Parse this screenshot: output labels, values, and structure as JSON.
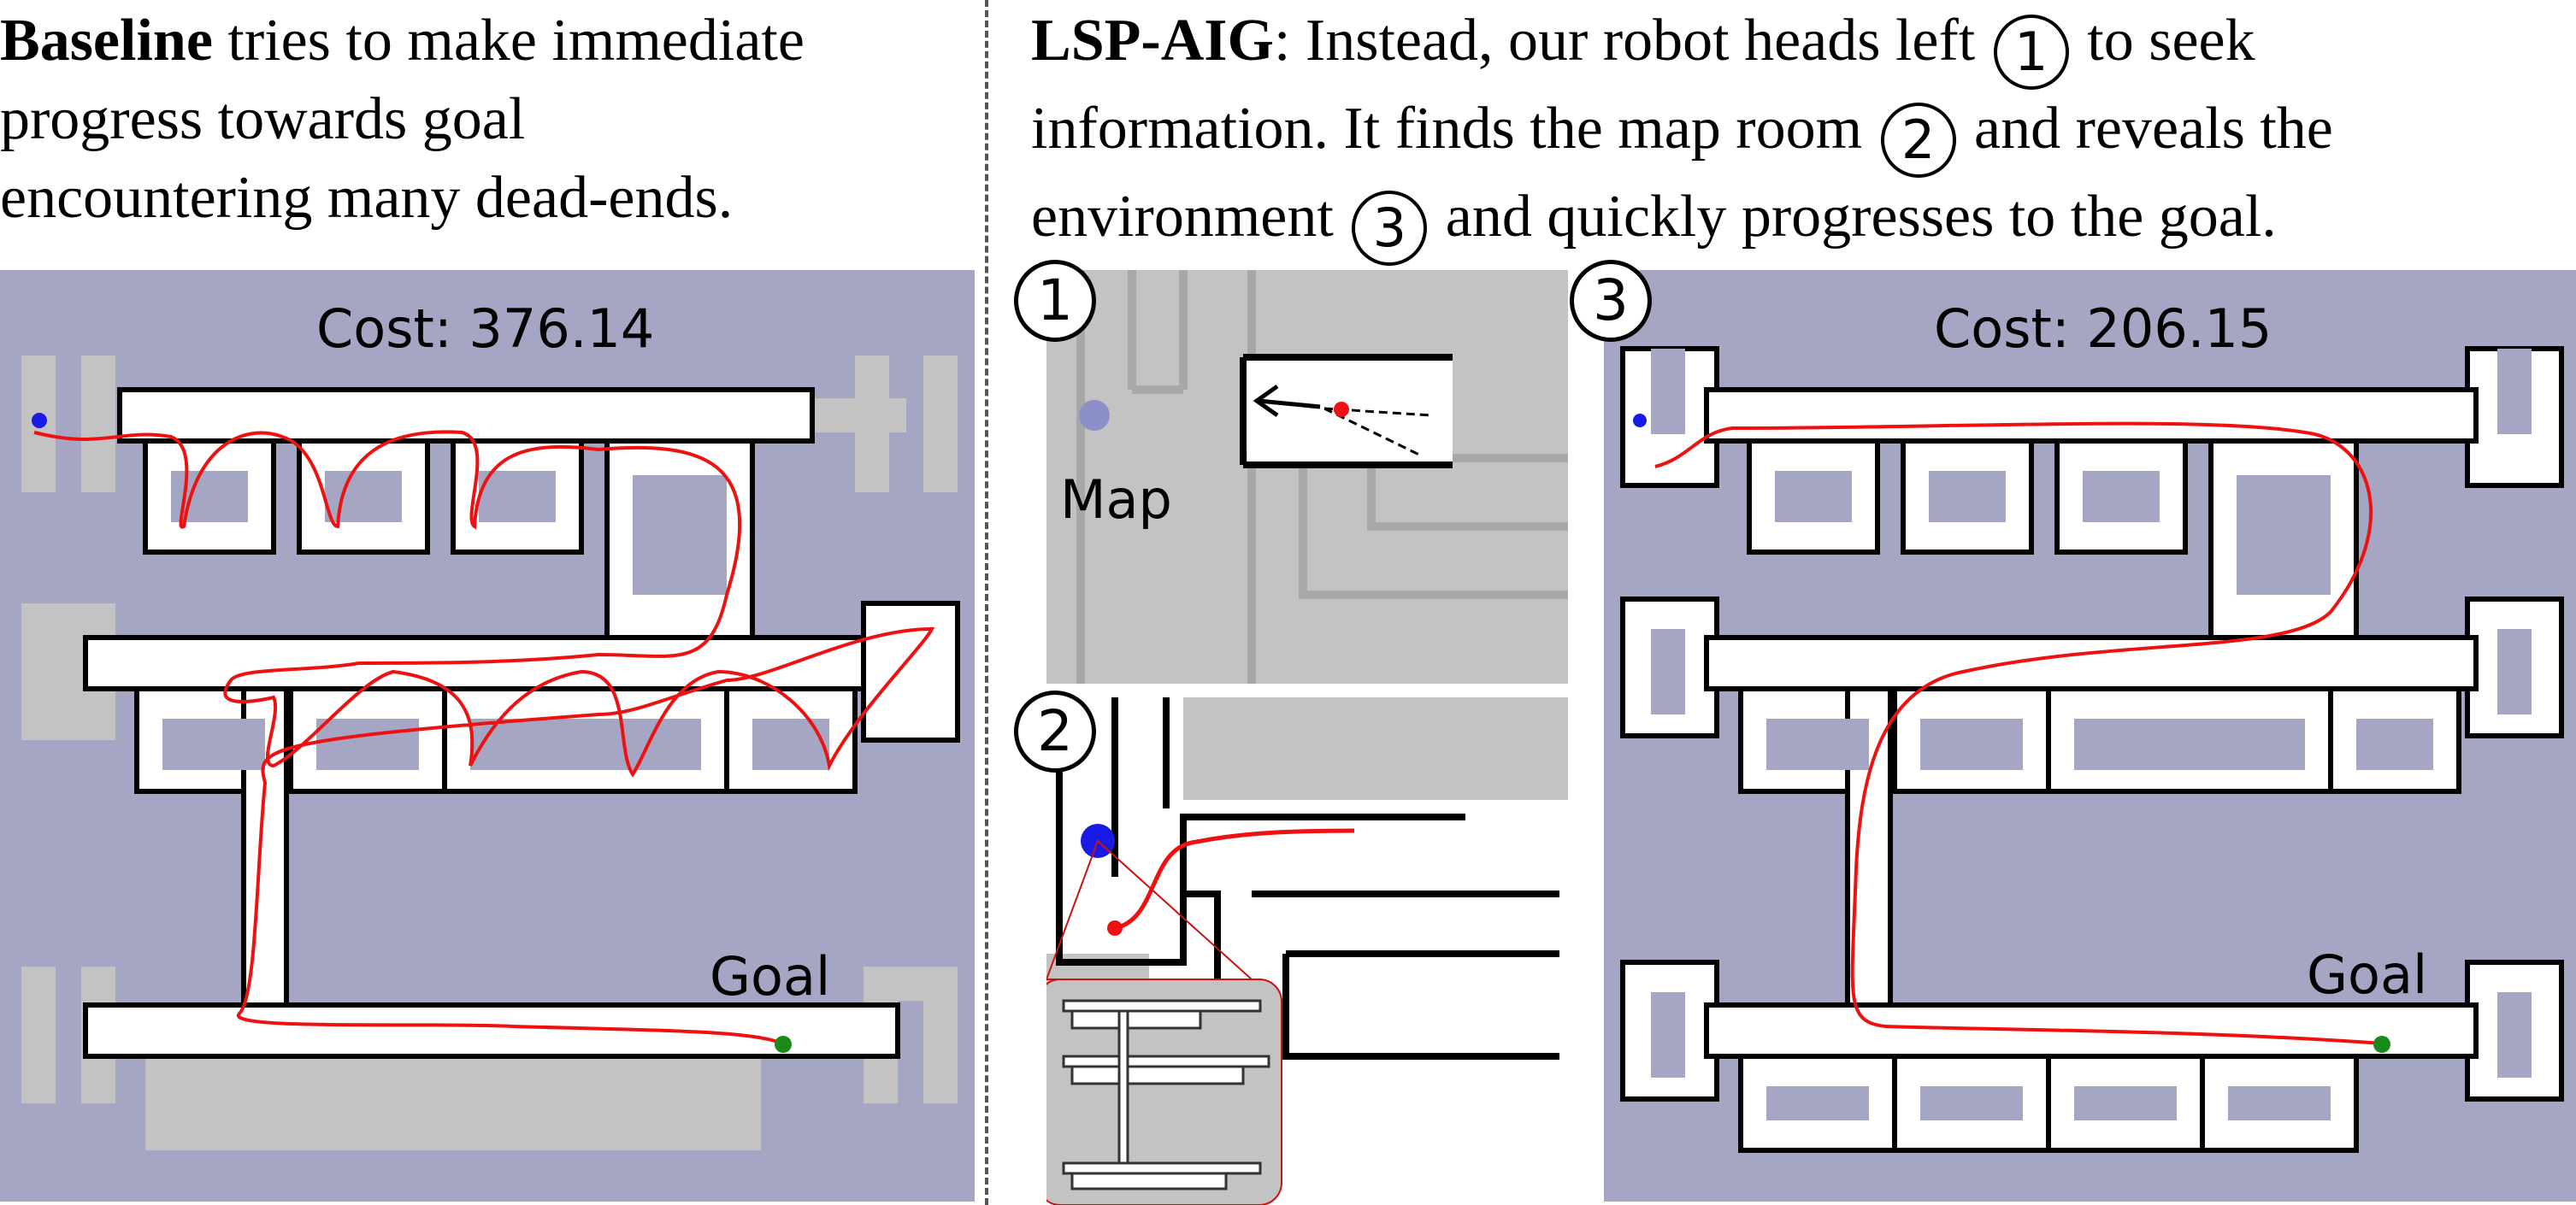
{
  "left_caption": {
    "bold": "Baseline",
    "line1_rest": " tries to make immediate",
    "line2": "progress towards goal",
    "line3": "encountering many dead-ends."
  },
  "right_caption": {
    "bold": "LSP-AIG",
    "line1_a": ": Instead, our robot heads left",
    "line1_b": "to seek",
    "line2_a": "information. It finds the map room",
    "line2_b": "and reveals the",
    "line3_a": "environment",
    "line3_b": "and quickly progresses to the goal.",
    "markers": [
      "1",
      "2",
      "3"
    ]
  },
  "baseline_panel": {
    "cost": "Cost: 376.14",
    "goal": "Goal"
  },
  "panel1": {
    "badge": "1",
    "map_label": "Map"
  },
  "panel2": {
    "badge": "2"
  },
  "panel3": {
    "badge": "3",
    "cost": "Cost: 206.15",
    "goal": "Goal"
  },
  "colors": {
    "unknown": "#a4a6c4",
    "free": "#ffffff",
    "wall": "#000000",
    "gray_region": "#c3c3c3",
    "path": "#ee1111",
    "robot": "#1a1ae6",
    "goal": "#1a8a1a"
  }
}
